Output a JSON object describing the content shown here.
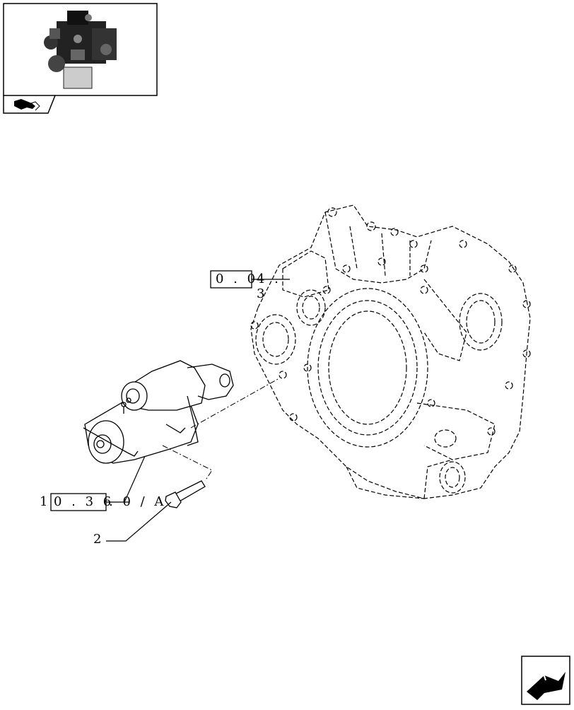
{
  "header": {
    "thumbnail_icon": "engine-thumbnail-icon",
    "nav_icon": "hand-pointer-icon"
  },
  "callouts": {
    "ref_0_04": {
      "boxed": "0 . 0",
      "suffix": "4 . 3"
    },
    "ref_10_36": {
      "prefix": "1",
      "boxed": "0 . 3 6",
      "suffix": ". 0 / A"
    },
    "item_2": "2"
  },
  "footer": {
    "nav_icon": "next-page-arrow-icon"
  },
  "colors": {
    "line": "#000000",
    "background": "#ffffff"
  }
}
